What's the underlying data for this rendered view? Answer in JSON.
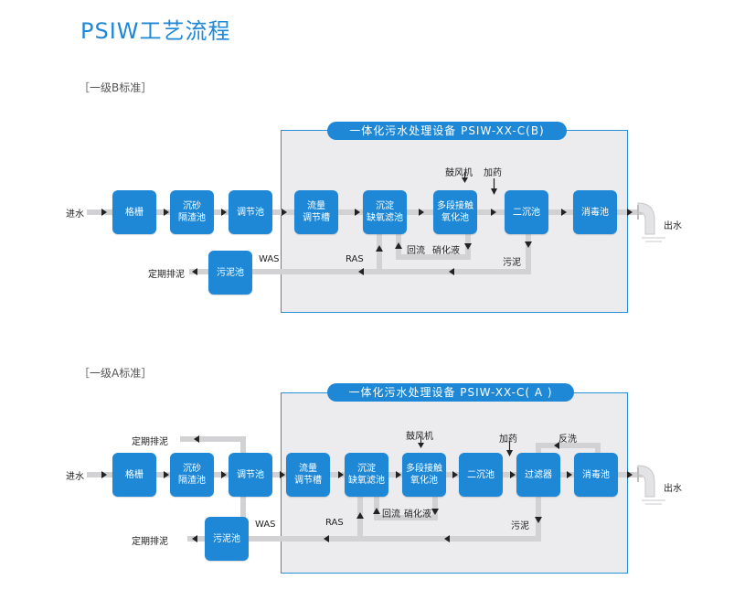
{
  "title": "PSIW工艺流程",
  "colors": {
    "accent": "#1e88d6",
    "frame_bg": "#ececef",
    "pipe": "#d2d2d4"
  },
  "diagram_b": {
    "section_label": "［一级B标准］",
    "frame_title": "一体化污水处理设备  PSIW-XX-C(B)",
    "inlet": "进水",
    "outlet": "出水",
    "boxes": {
      "grille": "格栅",
      "sedimentation": "沉砂\n隔渣池",
      "regulating": "调节池",
      "flow_tank": "流量\n调节槽",
      "anoxic": "沉淀\n缺氧滤池",
      "aerobic": "多段接触\n氧化池",
      "secondary": "二沉池",
      "disinfection": "消毒池",
      "sludge": "污泥池"
    },
    "labels": {
      "blower": "鼓风机",
      "dosing": "加药",
      "return": "回流",
      "nitrate": "硝化液",
      "ras": "RAS",
      "was": "WAS",
      "sludge": "污泥",
      "discharge": "定期排泥"
    }
  },
  "diagram_a": {
    "section_label": "［一级A标准］",
    "frame_title": "一体化污水处理设备  PSIW-XX-C( A )",
    "inlet": "进水",
    "outlet": "出水",
    "boxes": {
      "grille": "格栅",
      "sedimentation": "沉砂\n隔渣池",
      "regulating": "调节池",
      "flow_tank": "流量\n调节槽",
      "anoxic": "沉淀\n缺氧滤池",
      "aerobic": "多段接触\n氧化池",
      "secondary": "二沉池",
      "filter": "过滤器",
      "disinfection": "消毒池",
      "sludge": "污泥池"
    },
    "labels": {
      "blower": "鼓风机",
      "dosing": "加药",
      "backwash": "反洗",
      "return": "回流",
      "nitrate": "硝化液",
      "ras": "RAS",
      "was": "WAS",
      "sludge": "污泥",
      "discharge_top": "定期排泥",
      "discharge_bottom": "定期排泥"
    }
  }
}
